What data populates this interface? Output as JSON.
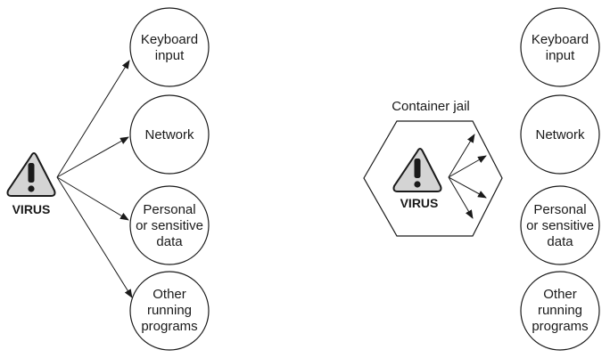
{
  "left_panel": {
    "virus_label": "VIRUS",
    "targets": [
      {
        "lines": [
          "Keyboard",
          "input"
        ]
      },
      {
        "lines": [
          "Network"
        ]
      },
      {
        "lines": [
          "Personal",
          "or sensitive",
          "data"
        ]
      },
      {
        "lines": [
          "Other",
          "running",
          "programs"
        ]
      }
    ]
  },
  "right_panel": {
    "jail_label": "Container jail",
    "virus_label": "VIRUS",
    "targets": [
      {
        "lines": [
          "Keyboard",
          "input"
        ]
      },
      {
        "lines": [
          "Network"
        ]
      },
      {
        "lines": [
          "Personal",
          "or sensitive",
          "data"
        ]
      },
      {
        "lines": [
          "Other",
          "running",
          "programs"
        ]
      }
    ]
  },
  "icons": {
    "warning": "warning-triangle-icon",
    "arrow": "arrowhead"
  },
  "colors": {
    "stroke": "#1a1a1a",
    "triangle_fill": "#d4d4d4",
    "jail_fill": "#ffffff"
  }
}
